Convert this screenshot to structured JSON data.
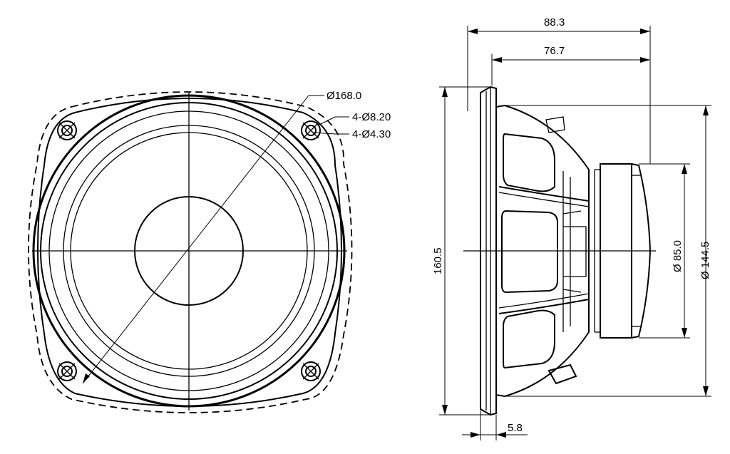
{
  "front_view": {
    "outer_diameter_label": "Ø168.0",
    "hole_outer_label": "4-Ø8.20",
    "hole_inner_label": "4-Ø4.30"
  },
  "side_view": {
    "overall_depth_label": "88.3",
    "basket_depth_label": "76.7",
    "height_label": "160.5",
    "magnet_diameter_label": "Ø 85.0",
    "basket_diameter_label": "Ø 144.5",
    "flange_thickness_label": "5.8"
  }
}
